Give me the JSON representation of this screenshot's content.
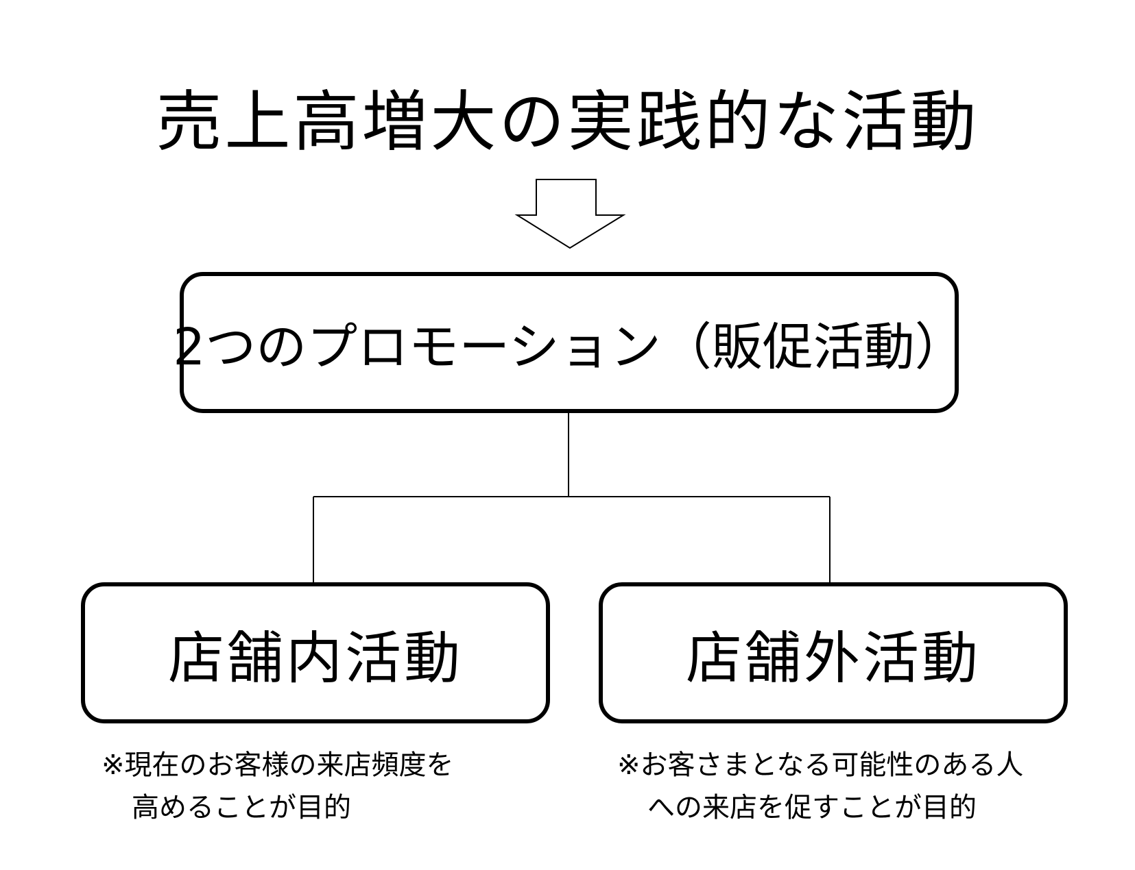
{
  "title": "売上高増大の実践的な活動",
  "center_box": "2つのプロモーション（販促活動）",
  "left_box": "店舗内活動",
  "right_box": "店舗外活動",
  "left_note": {
    "line1": "※現在のお客様の来店頻度を",
    "line2": "高めることが目的"
  },
  "right_note": {
    "line1": "※お客さまとなる可能性のある人",
    "line2": "への来店を促すことが目的"
  }
}
